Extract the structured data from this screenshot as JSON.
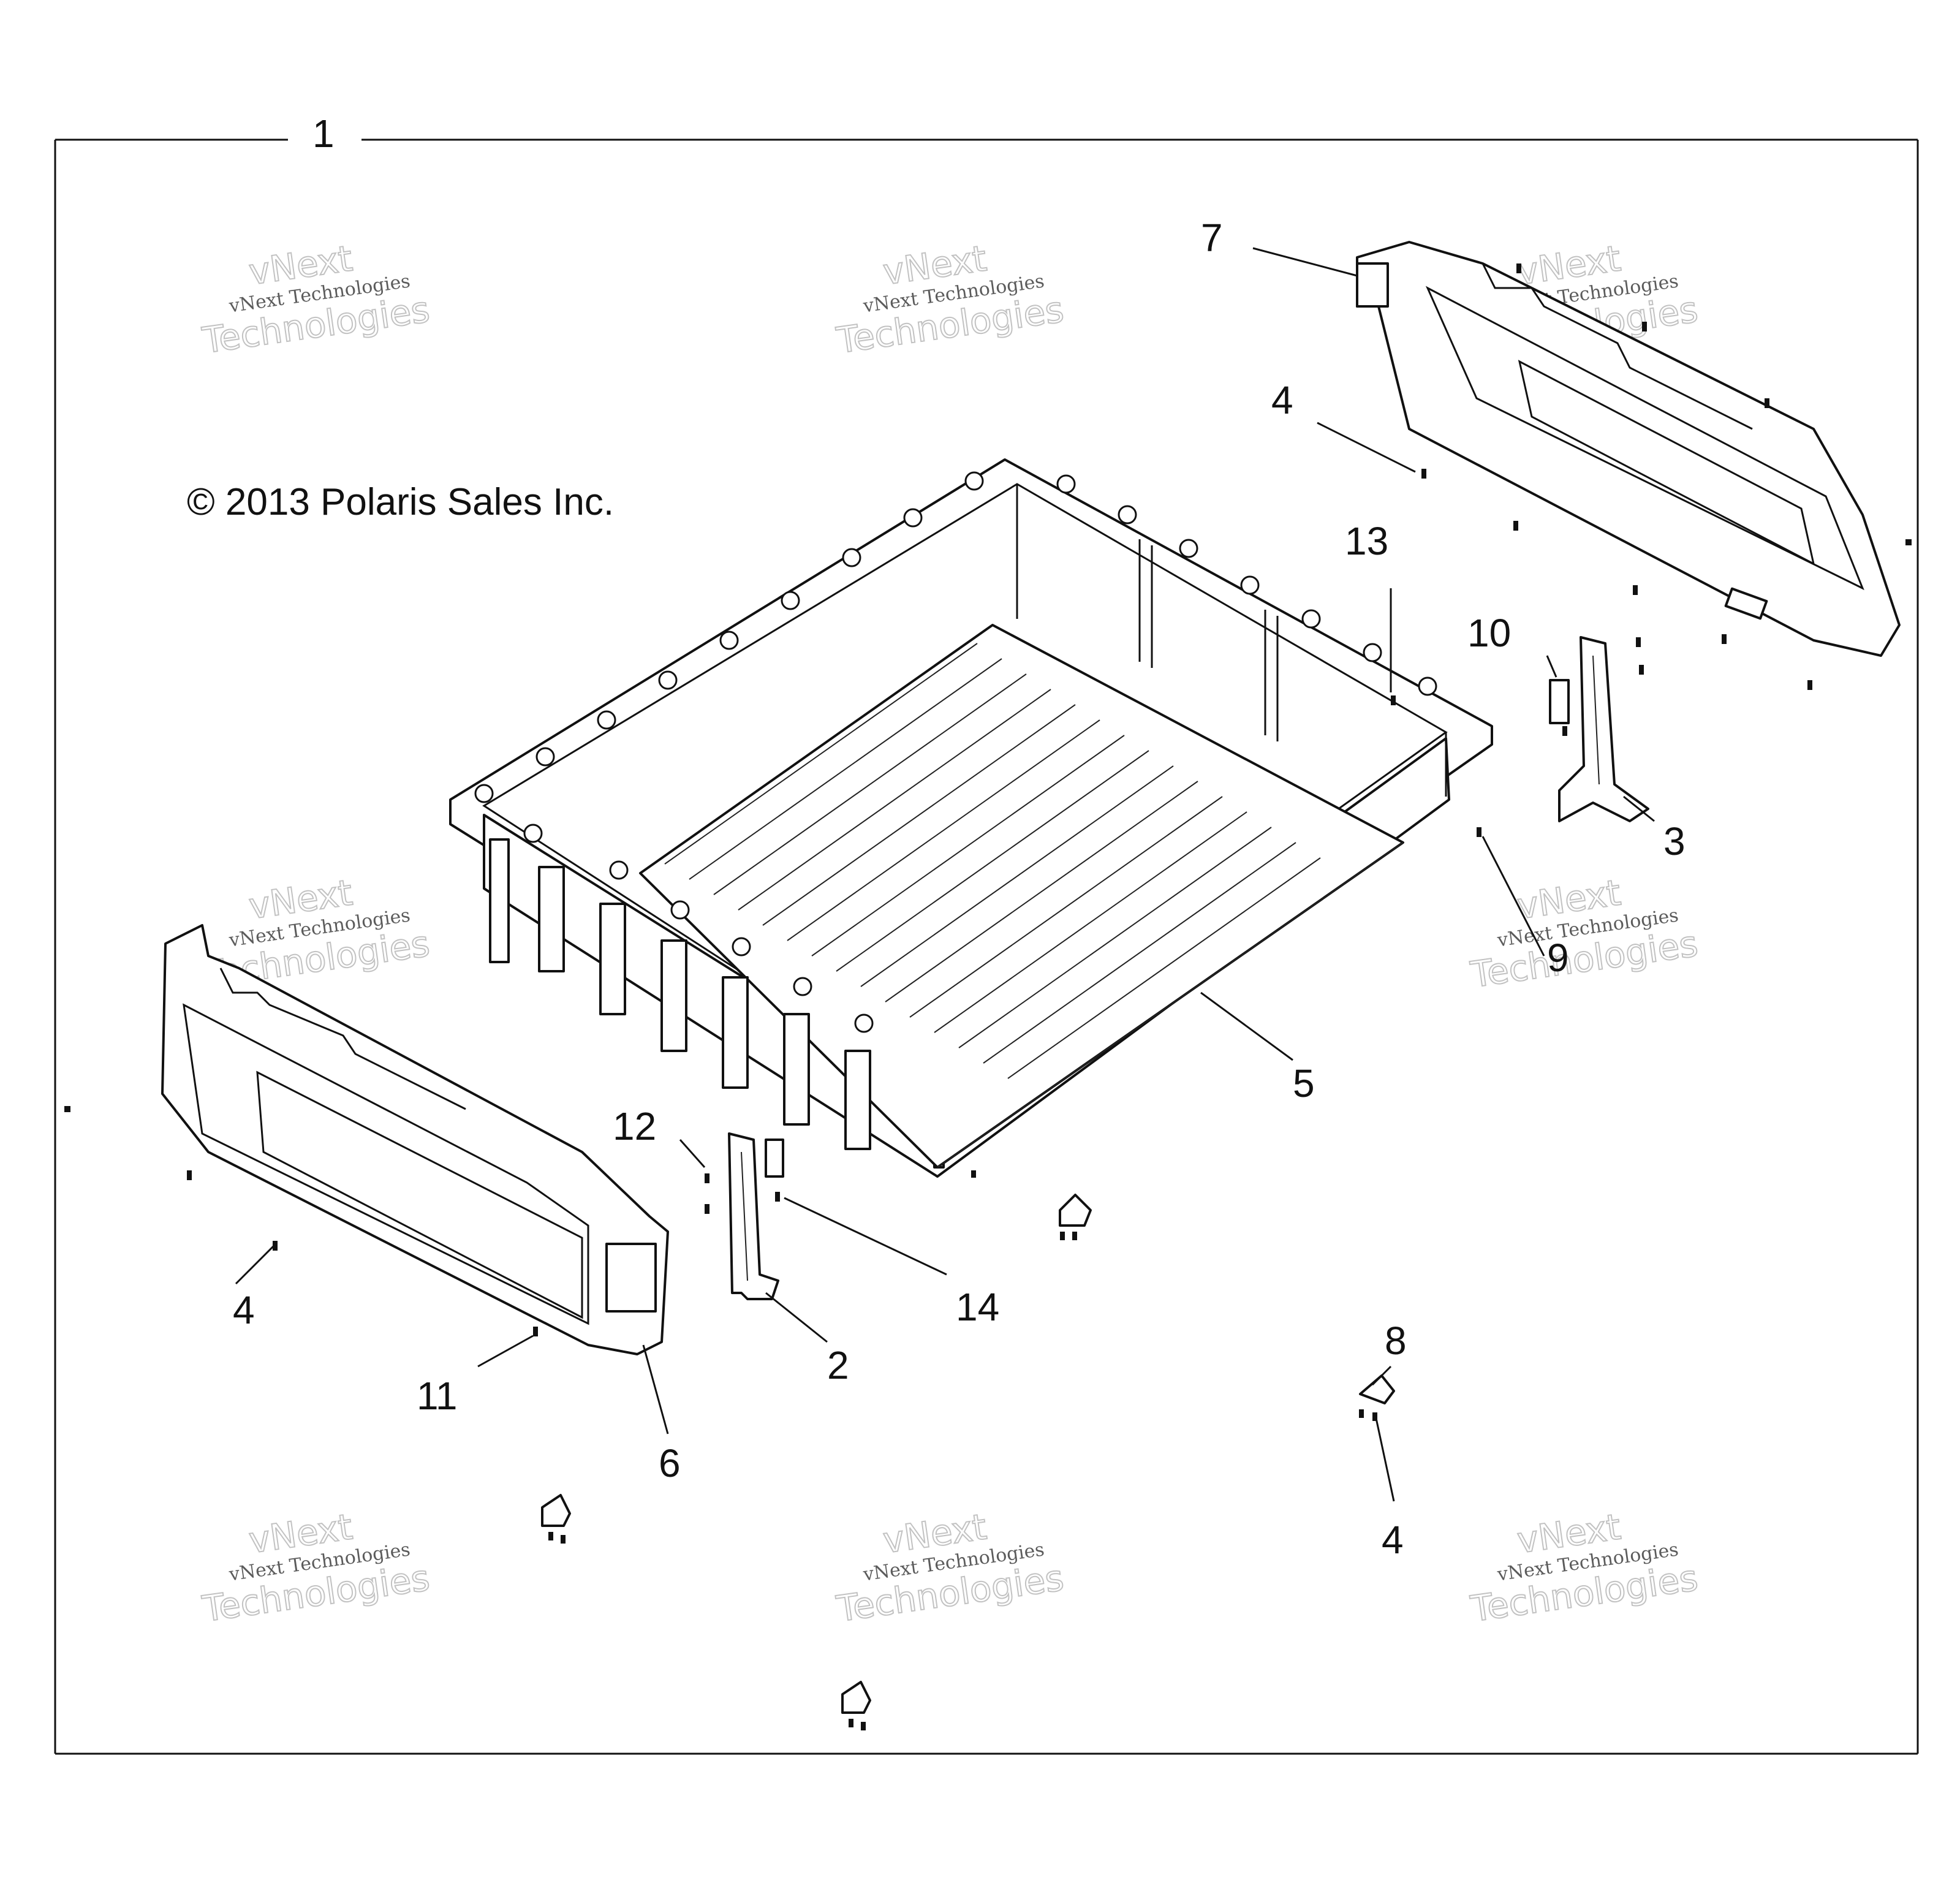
{
  "copyright": "© 2013 Polaris Sales Inc.",
  "watermark": {
    "line1": "vNext Technologies",
    "line2a": "vNext",
    "line2b": "Technologies"
  },
  "callouts": {
    "c1": "1",
    "c2": "2",
    "c3": "3",
    "c4a": "4",
    "c4b": "4",
    "c4c": "4",
    "c5": "5",
    "c6": "6",
    "c7": "7",
    "c8": "8",
    "c9": "9",
    "c10": "10",
    "c11": "11",
    "c12": "12",
    "c13": "13",
    "c14": "14"
  },
  "colors": {
    "ink": "#111111",
    "background": "#ffffff",
    "watermark": "#9a9a9a"
  }
}
